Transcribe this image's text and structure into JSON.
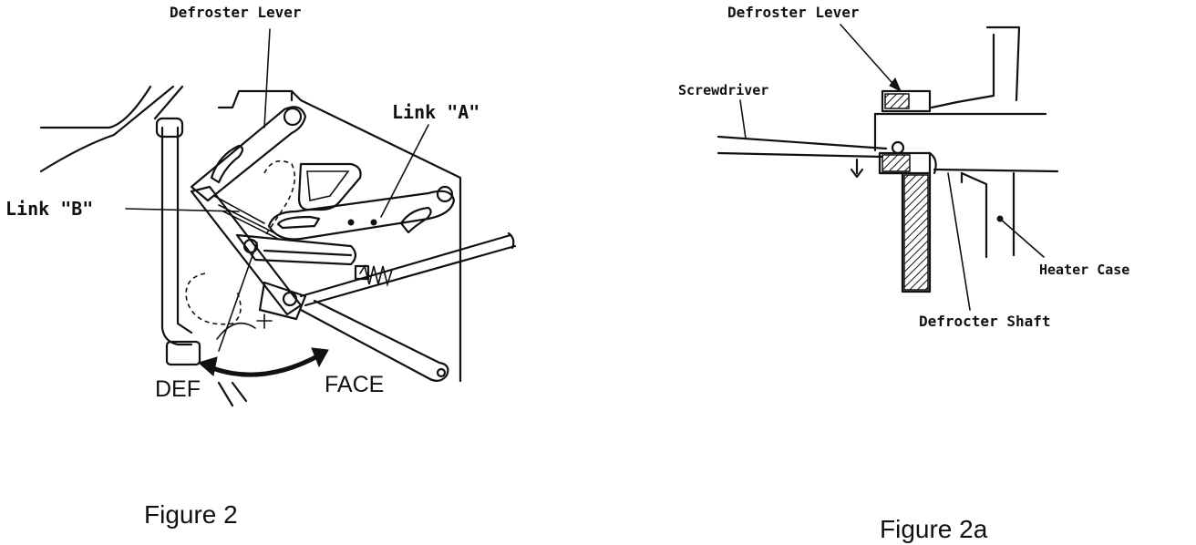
{
  "figure2": {
    "label_defroster_lever": "Defroster Lever",
    "label_link_a": "Link \"A\"",
    "label_link_b": "Link \"B\"",
    "label_def": "DEF",
    "label_face": "FACE",
    "caption": "Figure 2"
  },
  "figure2a": {
    "label_defroster_lever": "Defroster Lever",
    "label_screwdriver": "Screwdriver",
    "label_heater_case": "Heater Case",
    "label_defrocter_shaft": "Defrocter Shaft",
    "caption": "Figure 2a"
  }
}
